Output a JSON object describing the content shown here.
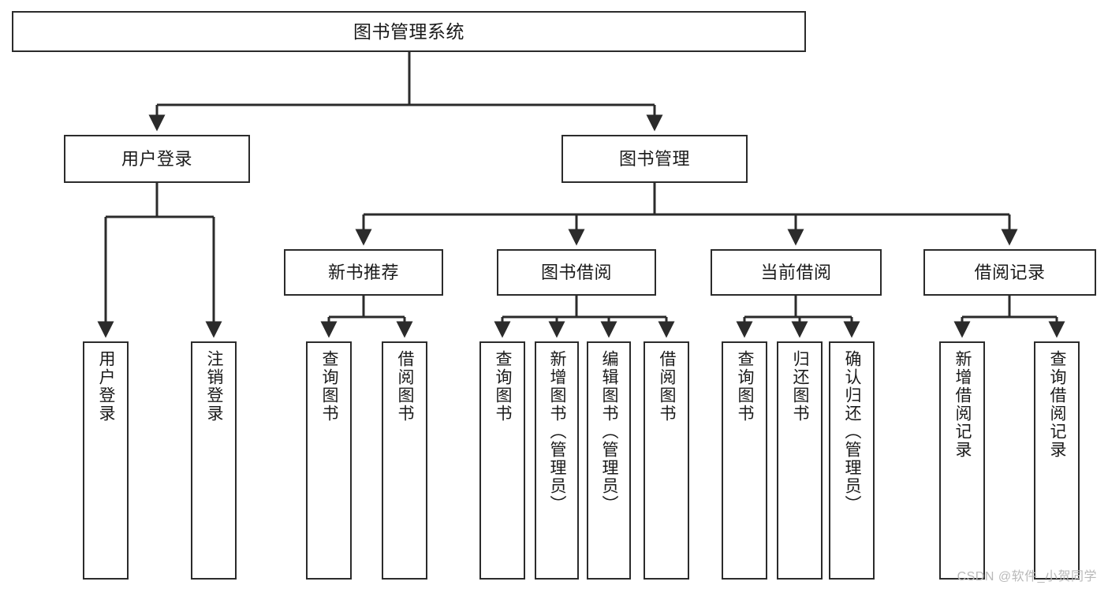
{
  "diagram": {
    "title": "图书管理系统",
    "type": "tree",
    "colors": {
      "box_border": "#2b2b2b",
      "box_fill": "#ffffff",
      "edge": "#2b2b2b",
      "text": "#1a1a1a",
      "watermark": "#b9b9b9"
    },
    "watermark": "CSDN @软件_小贺同学",
    "nodes": {
      "root": {
        "label": "图书管理系统",
        "level": 1
      },
      "l2": [
        {
          "id": "user-login",
          "label": "用户登录",
          "level": 2
        },
        {
          "id": "book-manage",
          "label": "图书管理",
          "level": 2
        }
      ],
      "l3": [
        {
          "id": "new-book-rec",
          "label": "新书推荐",
          "level": 3,
          "parent": "book-manage"
        },
        {
          "id": "book-borrow",
          "label": "图书借阅",
          "level": 3,
          "parent": "book-manage"
        },
        {
          "id": "current-borrow",
          "label": "当前借阅",
          "level": 3,
          "parent": "book-manage"
        },
        {
          "id": "borrow-record",
          "label": "借阅记录",
          "level": 3,
          "parent": "book-manage"
        }
      ],
      "leaves": [
        {
          "id": "leaf-user-login",
          "label": "用户登录",
          "parent": "user-login"
        },
        {
          "id": "leaf-logout",
          "label": "注销登录",
          "parent": "user-login"
        },
        {
          "id": "leaf-query-book-1",
          "label": "查询图书",
          "parent": "new-book-rec"
        },
        {
          "id": "leaf-borrow-book-1",
          "label": "借阅图书",
          "parent": "new-book-rec"
        },
        {
          "id": "leaf-query-book-2",
          "label": "查询图书",
          "parent": "book-borrow"
        },
        {
          "id": "leaf-add-book",
          "label": "新增图书（管理员）",
          "parent": "book-borrow"
        },
        {
          "id": "leaf-edit-book",
          "label": "编辑图书（管理员）",
          "parent": "book-borrow"
        },
        {
          "id": "leaf-borrow-book-2",
          "label": "借阅图书",
          "parent": "book-borrow"
        },
        {
          "id": "leaf-query-book-3",
          "label": "查询图书",
          "parent": "current-borrow"
        },
        {
          "id": "leaf-return-book",
          "label": "归还图书",
          "parent": "current-borrow"
        },
        {
          "id": "leaf-confirm-return",
          "label": "确认归还（管理员）",
          "parent": "current-borrow"
        },
        {
          "id": "leaf-add-record",
          "label": "新增借阅记录",
          "parent": "borrow-record"
        },
        {
          "id": "leaf-query-record",
          "label": "查询借阅记录",
          "parent": "borrow-record"
        }
      ]
    }
  }
}
